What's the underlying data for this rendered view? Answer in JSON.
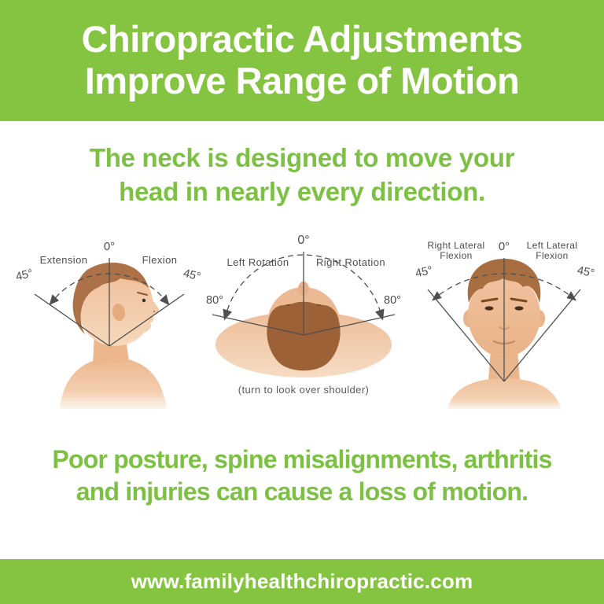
{
  "header": {
    "line1": "Chiropractic Adjustments",
    "line2": "Improve Range of Motion"
  },
  "intro": {
    "line1": "The neck is designed to move your",
    "line2": "head in nearly every direction."
  },
  "diagrams": [
    {
      "name": "neck-extension-flexion-side-view",
      "zero": "0°",
      "left_label": "Extension",
      "right_label": "Flexion",
      "left_angle": "45°",
      "right_angle": "45°"
    },
    {
      "name": "neck-rotation-top-view",
      "zero": "0°",
      "left_label": "Left Rotation",
      "right_label": "Right Rotation",
      "left_angle": "80°",
      "right_angle": "80°",
      "caption": "(turn to look over shoulder)"
    },
    {
      "name": "neck-lateral-flexion-front-view",
      "zero": "0°",
      "left_label1": "Right Lateral",
      "left_label2": "Flexion",
      "right_label1": "Left Lateral",
      "right_label2": "Flexion",
      "left_angle": "45°",
      "right_angle": "45°"
    }
  ],
  "statement": {
    "line1": "Poor posture, spine misalignments, arthritis",
    "line2": "and injuries can cause a loss of motion."
  },
  "footer": {
    "url": "www.familyhealthchiropractic.com"
  },
  "colors": {
    "brand_green": "#85c440",
    "text_green": "#7cc143",
    "label_gray": "#4d4d4d",
    "line_gray": "#4f4f4f",
    "white": "#ffffff"
  }
}
